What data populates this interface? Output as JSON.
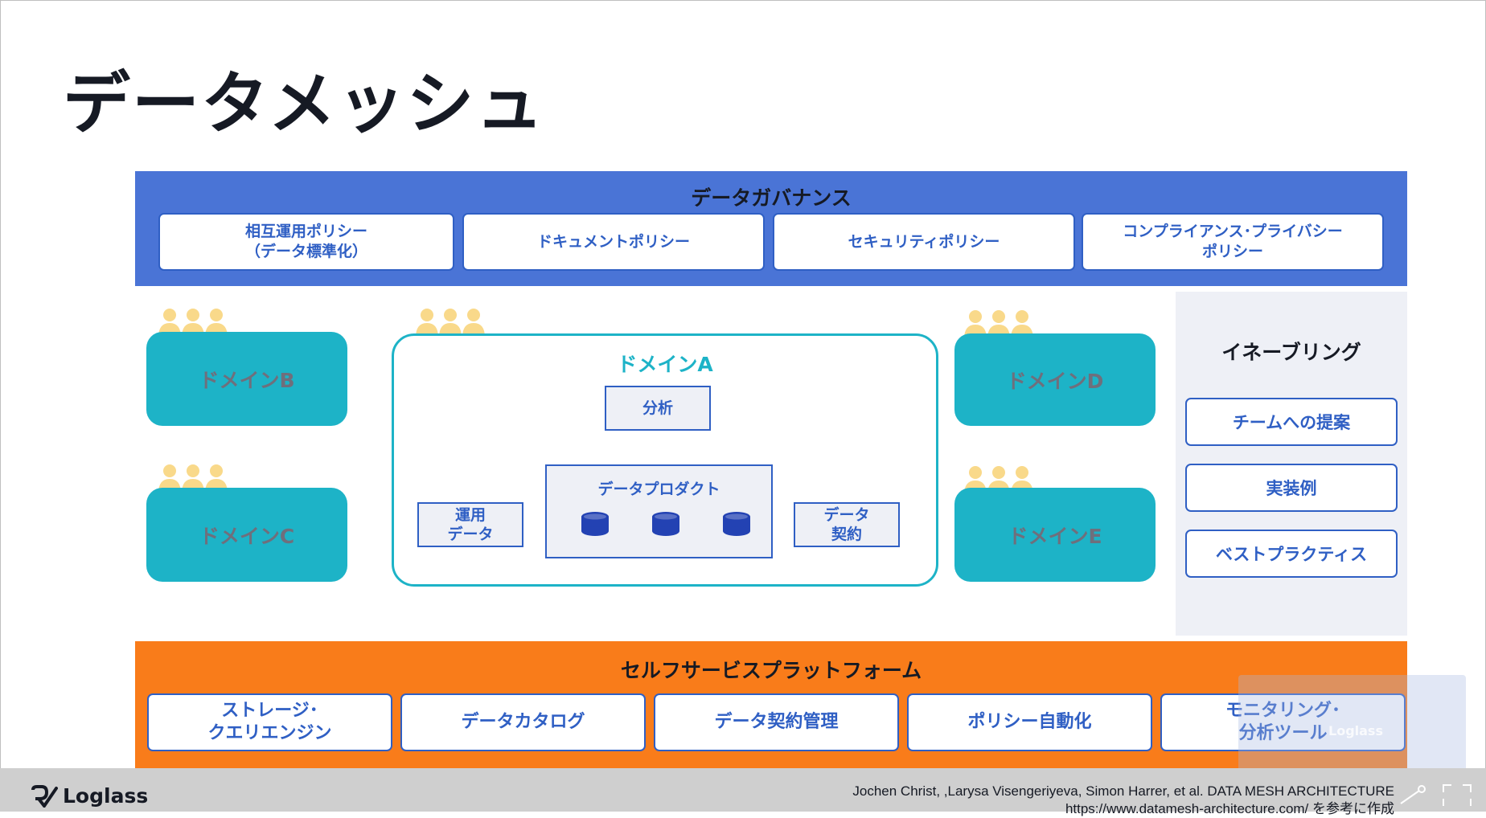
{
  "title": "データメッシュ",
  "governance": {
    "title": "データガバナンス",
    "items": [
      "相互運用ポリシー\n（データ標準化）",
      "ドキュメントポリシー",
      "セキュリティポリシー",
      "コンプライアンス･プライバシー\nポリシー"
    ]
  },
  "domains": {
    "b": "ドメインB",
    "c": "ドメインC",
    "d": "ドメインD",
    "e": "ドメインE",
    "a": {
      "title": "ドメインA",
      "analysis": "分析",
      "ops_data": "運用\nデータ",
      "data_product": "データプロダクト",
      "data_contract": "データ\n契約"
    }
  },
  "enabling": {
    "title": "イネーブリング",
    "items": [
      "チームへの提案",
      "実装例",
      "ベストプラクティス"
    ]
  },
  "platform": {
    "title": "セルフサービスプラットフォーム",
    "items": [
      "ストレージ･\nクエリエンジン",
      "データカタログ",
      "データ契約管理",
      "ポリシー自動化",
      "モニタリング･\n分析ツール"
    ]
  },
  "footer": {
    "logo": "Loglass",
    "watermark": "Loglass",
    "credit_line1": "Jochen Christ, ,Larysa Visengeriyeva, Simon Harrer, et al. DATA MESH ARCHITECTURE",
    "credit_line2": "https://www.datamesh-architecture.com/ を参考に作成"
  },
  "colors": {
    "governance": "#4a74d6",
    "domain": "#1db3c7",
    "platform": "#f97c1a",
    "accent_blue": "#2f5fc4",
    "people": "#f9d98a"
  }
}
